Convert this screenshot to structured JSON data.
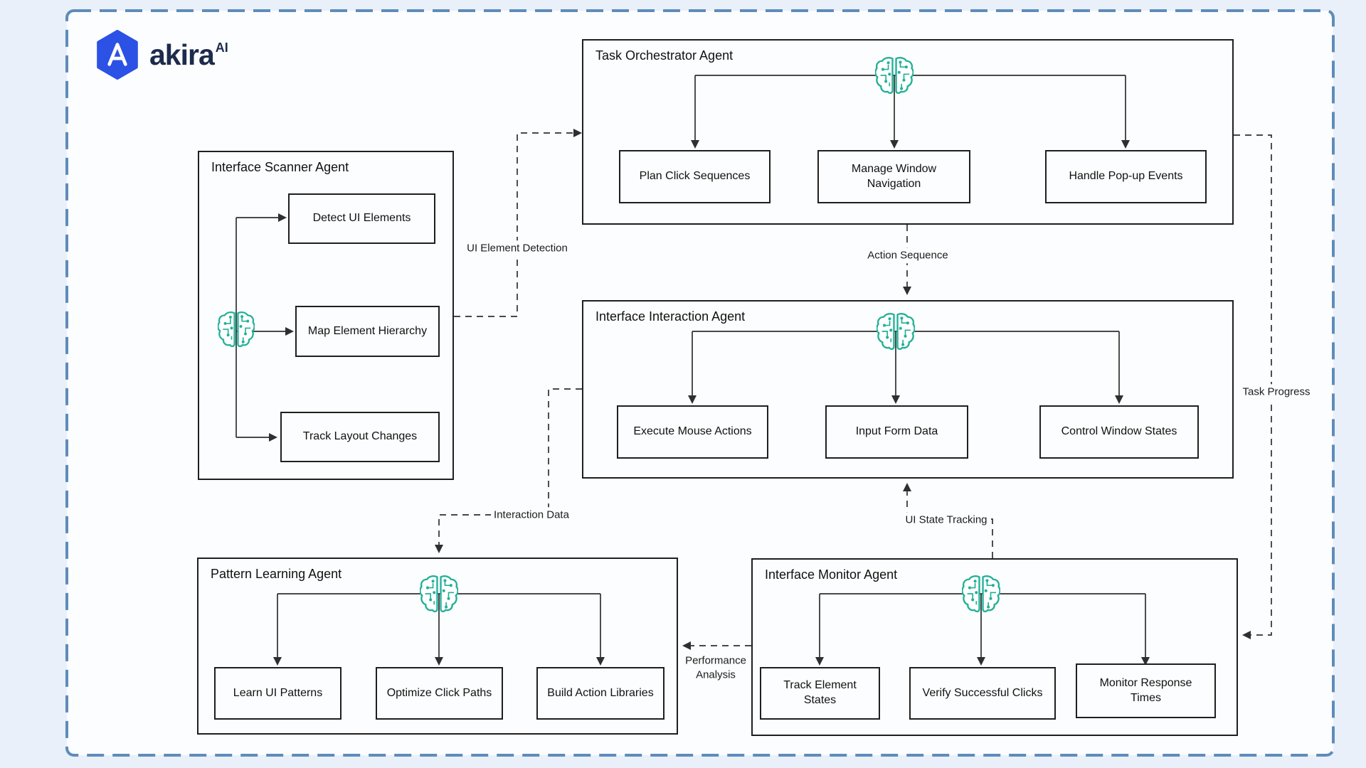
{
  "logo": {
    "brand": "akira",
    "superscript": "AI"
  },
  "agents": {
    "scanner": {
      "title": "Interface Scanner Agent",
      "children": [
        "Detect UI Elements",
        "Map Element Hierarchy",
        "Track Layout Changes"
      ]
    },
    "orchestrator": {
      "title": "Task Orchestrator Agent",
      "children": [
        "Plan Click Sequences",
        "Manage Window Navigation",
        "Handle Pop-up Events"
      ]
    },
    "interaction": {
      "title": "Interface Interaction Agent",
      "children": [
        "Execute Mouse Actions",
        "Input Form Data",
        "Control Window States"
      ]
    },
    "learning": {
      "title": "Pattern Learning Agent",
      "children": [
        "Learn UI Patterns",
        "Optimize Click Paths",
        "Build Action Libraries"
      ]
    },
    "monitor": {
      "title": "Interface Monitor Agent",
      "children": [
        "Track Element States",
        "Verify Successful Clicks",
        "Monitor Response Times"
      ]
    }
  },
  "connectors": {
    "ui_element_detection": "UI Element Detection",
    "action_sequence": "Action Sequence",
    "task_progress": "Task Progress",
    "interaction_data": "Interaction Data",
    "ui_state_tracking": "UI State Tracking",
    "performance_line1": "Performance",
    "performance_line2": "Analysis"
  },
  "colors": {
    "frame": "#5f8cba",
    "brain": "#23b098",
    "logo_blue": "#2b51e5",
    "logo_text": "#1d2b4c",
    "line": "#2f2f2f",
    "bg_outer": "#e9f0f9",
    "bg_inner": "#fcfdfe"
  }
}
